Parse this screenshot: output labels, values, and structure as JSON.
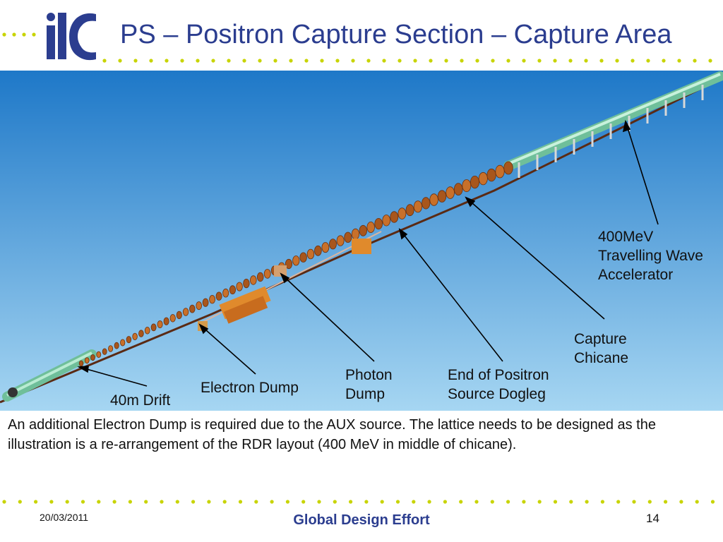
{
  "header": {
    "title": "PS – Positron Capture Section – Capture Area"
  },
  "diagram": {
    "labels": {
      "accelerator": "400MeV\nTravelling Wave\nAccelerator",
      "capture_chicane": "Capture\nChicane",
      "end_of_dogleg": "End of Positron\nSource Dogleg",
      "photon_dump": "Photon\nDump",
      "electron_dump": "Electron Dump",
      "drift": "40m Drift"
    }
  },
  "caption": "An additional Electron Dump is required due to the AUX source. The lattice needs to be designed as the illustration is a re-arrangement of the RDR layout (400 MeV in middle of chicane).",
  "footer": {
    "date": "20/03/2011",
    "center": "Global Design Effort",
    "page": "14"
  },
  "colors": {
    "brand_blue": "#2b3d8f",
    "dot_green": "#c8d400",
    "sky_top": "#1e78c8",
    "sky_bottom": "#a6d6f2",
    "accelerator_green": "#8fd6b0",
    "magnet_orange": "#c8702a"
  }
}
